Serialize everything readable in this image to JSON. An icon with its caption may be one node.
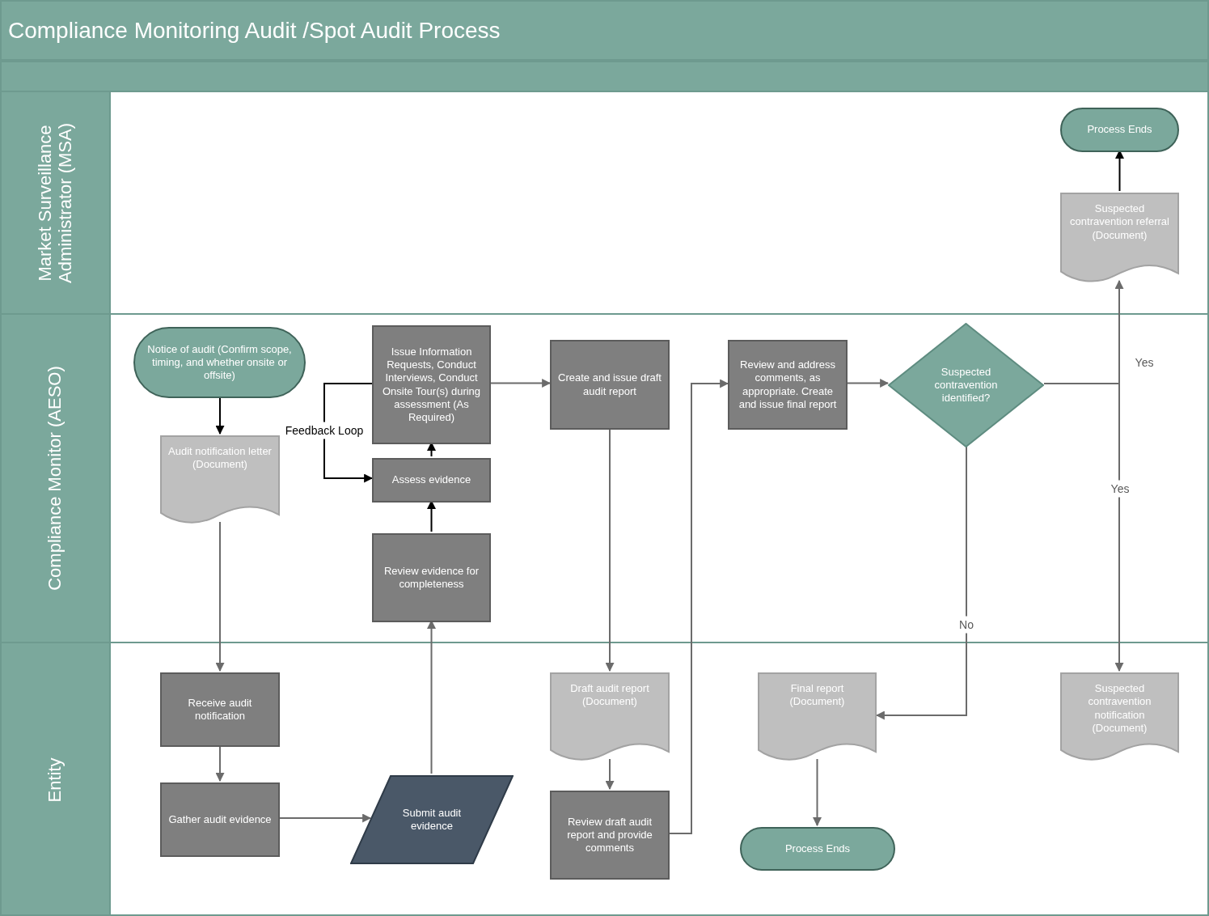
{
  "diagram": {
    "title": "Compliance Monitoring Audit /Spot Audit Process",
    "nodes": [
      {
        "text": [
          "Market Surveillance Administrator (MSA)"
        ]
      },
      {
        "text": [
          "Compliance Monitor (AESO)"
        ]
      },
      {
        "text": [
          "Entity"
        ]
      },
      {
        "text": [
          "Process Ends"
        ],
        "in": 0
      },
      {
        "text": [
          "Suspected contravention referral (Document)"
        ],
        "in": 0
      },
      {
        "text": [
          "Notice of audit (Confirm scope, timing, and whether onsite or offsite)"
        ],
        "in": 1
      },
      {
        "text": [
          "Issue Information Requests, Conduct Interviews, Conduct Onsite Tour(s) during assessment (As Required)"
        ],
        "in": 1
      },
      {
        "text": [
          "Create and issue draft audit report"
        ],
        "in": 1
      },
      {
        "text": [
          "Review and address comments, as appropriate. Create and issue final report"
        ],
        "in": 1
      },
      {
        "text": [
          "Suspected contravention identified?"
        ],
        "in": 1
      },
      {
        "text": [
          "Audit notification letter (Document)"
        ],
        "in": 1
      },
      {
        "text": [
          "Assess evidence"
        ],
        "in": 1
      },
      {
        "text": [
          "Review evidence for completeness"
        ],
        "in": 1
      },
      {
        "text": [
          "Receive audit notification"
        ],
        "in": 2
      },
      {
        "text": [
          "Draft audit report (Document)"
        ],
        "in": 2
      },
      {
        "text": [
          "Final report (Document)"
        ],
        "in": 2
      },
      {
        "text": [
          "Suspected contravention notification (Document)"
        ],
        "in": 2
      },
      {
        "text": [
          "Gather audit evidence"
        ],
        "in": 2
      },
      {
        "text": [
          "Submit audit evidence"
        ],
        "in": 2
      },
      {
        "text": [
          "Review draft audit report and provide comments"
        ],
        "in": 2
      },
      {
        "text": [
          "Process Ends"
        ],
        "in": 2
      }
    ],
    "edges": [
      {
        "from": 5,
        "to": 10,
        "arrow": "to",
        "color": "#000000"
      },
      {
        "from": 10,
        "to": 13,
        "arrow": "to"
      },
      {
        "from": 13,
        "to": 17,
        "arrow": "to"
      },
      {
        "from": 17,
        "to": 18,
        "arrow": "to"
      },
      {
        "from": 18,
        "to": 12,
        "arrow": "to"
      },
      {
        "from": 12,
        "to": 11,
        "arrow": "to",
        "color": "#000000"
      },
      {
        "from": 11,
        "to": 6,
        "arrow": "to",
        "color": "#000000"
      },
      {
        "from": 6,
        "to": 11,
        "arrow": "to",
        "label": "Feedback Loop",
        "color": "#000000"
      },
      {
        "from": 6,
        "to": 7,
        "arrow": "to"
      },
      {
        "from": 7,
        "to": 14,
        "arrow": "to"
      },
      {
        "from": 14,
        "to": 19,
        "arrow": "to"
      },
      {
        "from": 19,
        "to": 8,
        "arrow": "to"
      },
      {
        "from": 8,
        "to": 9,
        "arrow": "to"
      },
      {
        "from": 9,
        "to": 4,
        "arrow": "to",
        "label": "Yes"
      },
      {
        "from": 9,
        "to": 16,
        "arrow": "to",
        "label": "Yes"
      },
      {
        "from": 9,
        "to": 15,
        "arrow": "to",
        "label": "No"
      },
      {
        "from": 4,
        "to": 3,
        "arrow": "to",
        "color": "#000000"
      },
      {
        "from": 15,
        "to": 20,
        "arrow": "to"
      }
    ]
  }
}
